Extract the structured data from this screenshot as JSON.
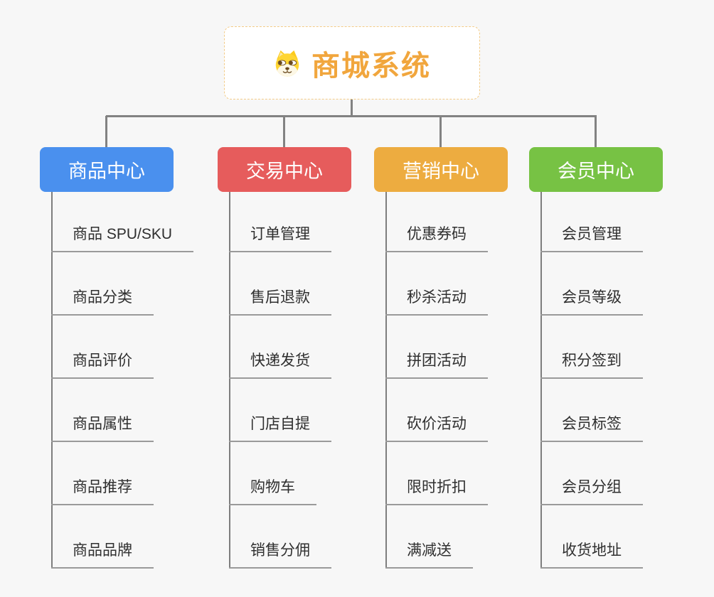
{
  "root": {
    "title": "商城系统",
    "icon": "dog-face-icon",
    "text_color": "#F1A63D",
    "border_color": "#F3CB87",
    "background": "#FFFFFF"
  },
  "canvas": {
    "background": "#F7F7F7",
    "connector_color": "#828282",
    "leaf_underline_color": "#9A9A9A",
    "leaf_text_color": "#2F2F2F"
  },
  "branches": [
    {
      "label": "商品中心",
      "color": "#4A90EE",
      "children": [
        "商品 SPU/SKU",
        "商品分类",
        "商品评价",
        "商品属性",
        "商品推荐",
        "商品品牌"
      ]
    },
    {
      "label": "交易中心",
      "color": "#E65C5C",
      "children": [
        "订单管理",
        "售后退款",
        "快递发货",
        "门店自提",
        "购物车",
        "销售分佣"
      ]
    },
    {
      "label": "营销中心",
      "color": "#EDAC40",
      "children": [
        "优惠券码",
        "秒杀活动",
        "拼团活动",
        "砍价活动",
        "限时折扣",
        "满减送"
      ]
    },
    {
      "label": "会员中心",
      "color": "#77C244",
      "children": [
        "会员管理",
        "会员等级",
        "积分签到",
        "会员标签",
        "会员分组",
        "收货地址"
      ]
    }
  ]
}
